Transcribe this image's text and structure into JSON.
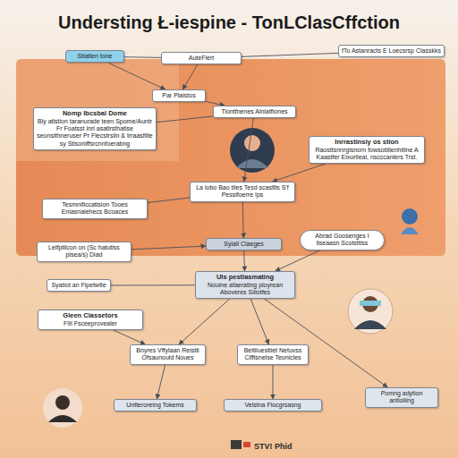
{
  "diagram": {
    "title": "Understing Ł-iespine - TonLClasCffction",
    "nodes": [
      {
        "text": [
          "Stiatlen tone"
        ]
      },
      {
        "text": [
          "AuteFiert"
        ]
      },
      {
        "text": [
          "fTo Astanracts E Loecsrsp Classkks"
        ]
      },
      {
        "text": [
          "Par Plaistos"
        ]
      },
      {
        "text": [
          "Nomp Ibcsbal Dome",
          "Bly atlstion taranurade teen Spome/Auntr Fr Foatsst inrl asatlrsthatise seonsithneruser Pr Flecstrsiln & trraasfilte sy Stisoniffsrcnnfoerabng"
        ]
      },
      {
        "text": [
          "Tiontfnenes Alnlatfiones"
        ]
      },
      {
        "text": [
          "Inrrastinsiy os stion",
          "Raosttsnnrgisnorn fowsobtlenhitlne A Kaastfer Eixurileal, nscccanlers Trst."
        ]
      },
      {
        "text": [
          "La lobo Bao tiles Tesd scastlts S'f Pessifoerre Ips"
        ]
      },
      {
        "text": [
          "Tesmnificcatision Tooes Eniasnalehecs Bcoaces"
        ]
      },
      {
        "text": [
          "Syiall Claeges"
        ]
      },
      {
        "text": [
          "Abrad Goosenges I liseaasn Scotsttiss"
        ]
      },
      {
        "text": [
          "Lelfptlicon on (Sc hatutiss pisea/s) Diad"
        ]
      },
      {
        "text": [
          "Syatiot an Fipetwtle"
        ]
      },
      {
        "text": [
          "Uls pestlasmating",
          "Nouine afaerating ployrean Aboveres Siiiotfes"
        ]
      },
      {
        "text": [
          "Gleen Classetors",
          "F9l Fsceeprovealer"
        ]
      },
      {
        "text": [
          "Bnyres Vffylaan Reistti Ofsaunould Noues"
        ]
      },
      {
        "text": [
          "Beitiluestiiet Netuvss Ciffisnelse Teonicles"
        ]
      },
      {
        "text": [
          "Untteroreing Tokems"
        ]
      },
      {
        "text": [
          "Velstna Flocgrsasng"
        ]
      },
      {
        "text": [
          "Pomng adytion antiolling"
        ]
      }
    ],
    "edges": [
      {
        "from": 0,
        "to": 1,
        "arrow": "none"
      },
      {
        "from": 1,
        "to": 2,
        "arrow": "none"
      },
      {
        "from": 0,
        "to": 3,
        "arrow": "to"
      },
      {
        "from": 1,
        "to": 3,
        "arrow": "to"
      },
      {
        "from": 3,
        "to": 5,
        "arrow": "to"
      },
      {
        "from": 4,
        "to": 5,
        "arrow": "none"
      },
      {
        "from": 5,
        "to": 7,
        "arrow": "to"
      },
      {
        "from": 6,
        "to": 7,
        "arrow": "to"
      },
      {
        "from": 8,
        "to": 7,
        "arrow": "none"
      },
      {
        "from": 7,
        "to": 9,
        "arrow": "to"
      },
      {
        "from": 11,
        "to": 9,
        "arrow": "to"
      },
      {
        "from": 9,
        "to": 13,
        "arrow": "to"
      },
      {
        "from": 10,
        "to": 13,
        "arrow": "to"
      },
      {
        "from": 12,
        "to": 13,
        "arrow": "none"
      },
      {
        "from": 13,
        "to": 15,
        "arrow": "to"
      },
      {
        "from": 13,
        "to": 16,
        "arrow": "to"
      },
      {
        "from": 14,
        "to": 15,
        "arrow": "to"
      },
      {
        "from": 15,
        "to": 17,
        "arrow": "to"
      },
      {
        "from": 16,
        "to": 18,
        "arrow": "to"
      },
      {
        "from": 13,
        "to": 19,
        "arrow": "to"
      }
    ],
    "labels": [
      "STV! Phid"
    ]
  }
}
